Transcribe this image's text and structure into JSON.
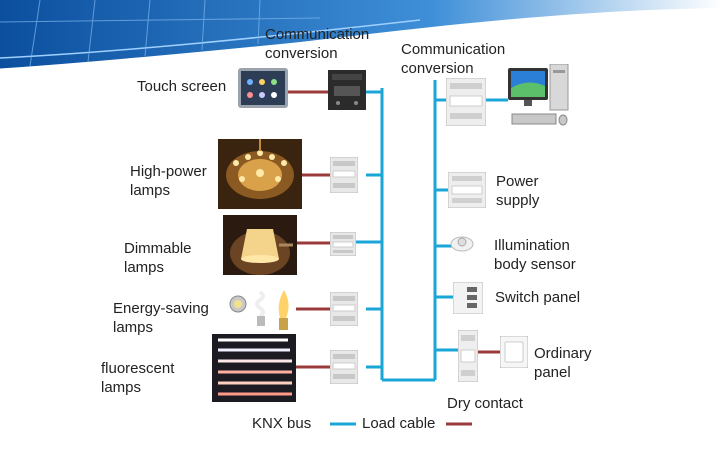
{
  "labels": {
    "comm_conversion_left": "Communication conversion",
    "comm_conversion_right": "Communication conversion",
    "touch_screen": "Touch screen",
    "high_power_lamps": "High-power lamps",
    "dimmable_lamps": "Dimmable lamps",
    "energy_saving_lamps": "Energy-saving lamps",
    "fluorescent_lamps": "fluorescent lamps",
    "power_supply": "Power supply",
    "illumination_body_sensor": "Illumination body sensor",
    "switch_panel": "Switch panel",
    "ordinary_panel": "Ordinary panel",
    "dry_contact": "Dry contact"
  },
  "legend": {
    "knx_bus": "KNX bus",
    "load_cable": "Load cable"
  },
  "colors": {
    "knx_bus": "#1aa6d6",
    "load_cable": "#9b3a3a"
  }
}
